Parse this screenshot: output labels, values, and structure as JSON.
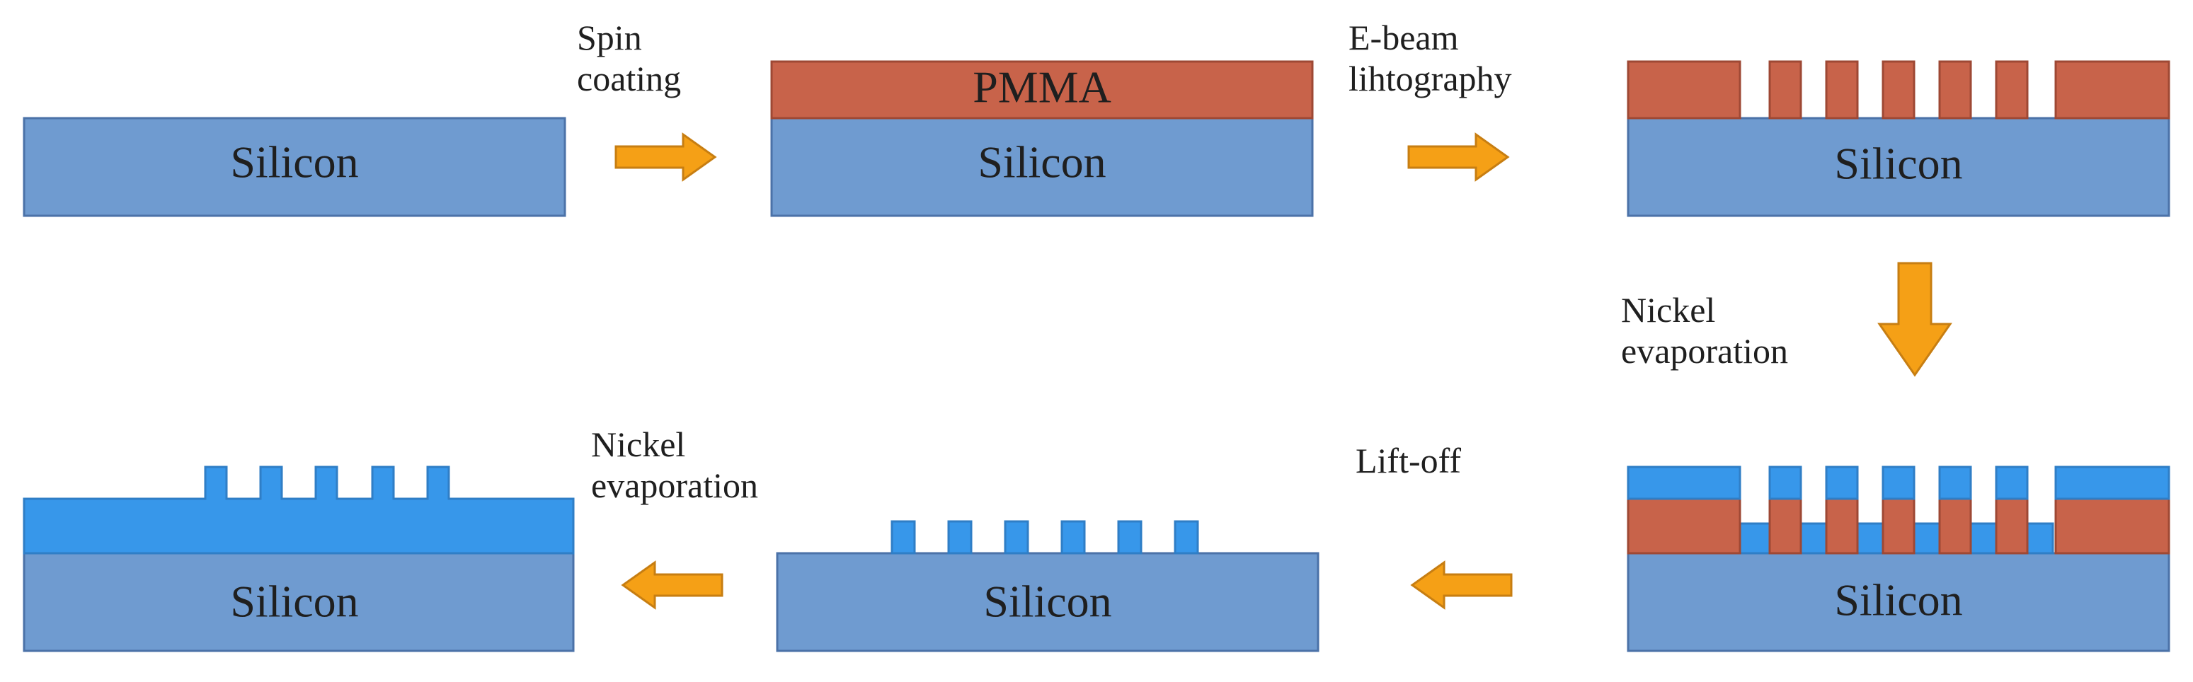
{
  "layers": {
    "silicon": "Silicon",
    "pmma": "PMMA"
  },
  "steps": {
    "spin_coating": [
      "Spin",
      "coating"
    ],
    "ebeam_lithography": [
      "E-beam",
      "lihtography"
    ],
    "nickel_evaporation_1": [
      "Nickel",
      "evaporation"
    ],
    "lift_off": [
      "Lift-off"
    ],
    "nickel_evaporation_2": [
      "Nickel",
      "evaporation"
    ]
  },
  "colors": {
    "silicon": "#6f9bd0",
    "pmma": "#c8634a",
    "nickel": "#3797ea",
    "arrow": "#f5a016"
  }
}
